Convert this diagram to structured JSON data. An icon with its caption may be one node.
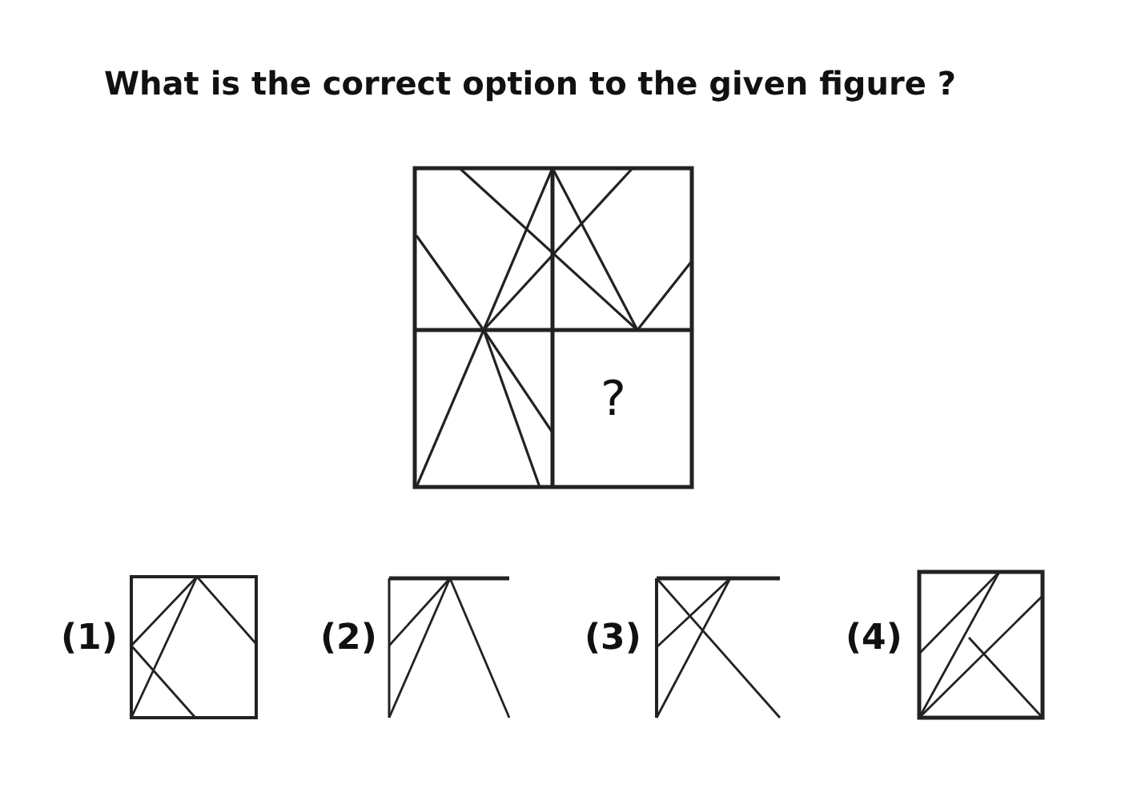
{
  "diagram": {
    "title": "What is the correct option to the given figure ?",
    "labels": [
      "?",
      "(1)",
      "(2)",
      "(3)",
      "(4)"
    ]
  }
}
